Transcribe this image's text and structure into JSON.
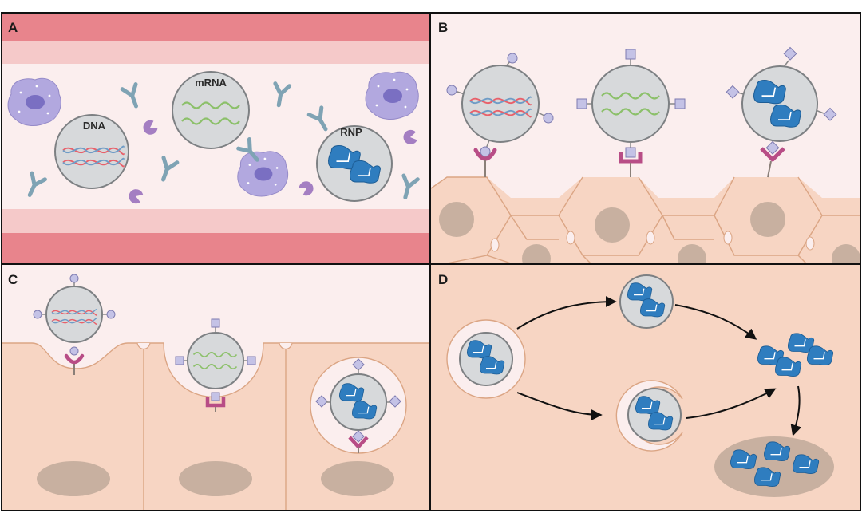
{
  "panels": {
    "a": {
      "label": "A"
    },
    "b": {
      "label": "B"
    },
    "c": {
      "label": "C"
    },
    "d": {
      "label": "D"
    }
  },
  "cargo": {
    "dna": "DNA",
    "mrna": "mRNA",
    "rnp": "RNP"
  },
  "colors": {
    "vessel_red": "#e8848c",
    "vessel_pink": "#f5c9c9",
    "lumen": "#fbeeee",
    "tissue": "#f7d5c3",
    "cell_border": "#dba584",
    "nucleus": "#c8b0a0",
    "particle": "#d7d9db",
    "dna_red": "#e8606a",
    "dna_blue": "#7aa3c8",
    "mrna_green": "#8cc06a",
    "protein_blue": "#2f7dbf",
    "receptor_magenta": "#b84d86",
    "ligand_lavender": "#c4c2e6",
    "antibody": "#7fa3b4",
    "macrophage": "#b2a8df",
    "complement": "#a47ec2"
  }
}
